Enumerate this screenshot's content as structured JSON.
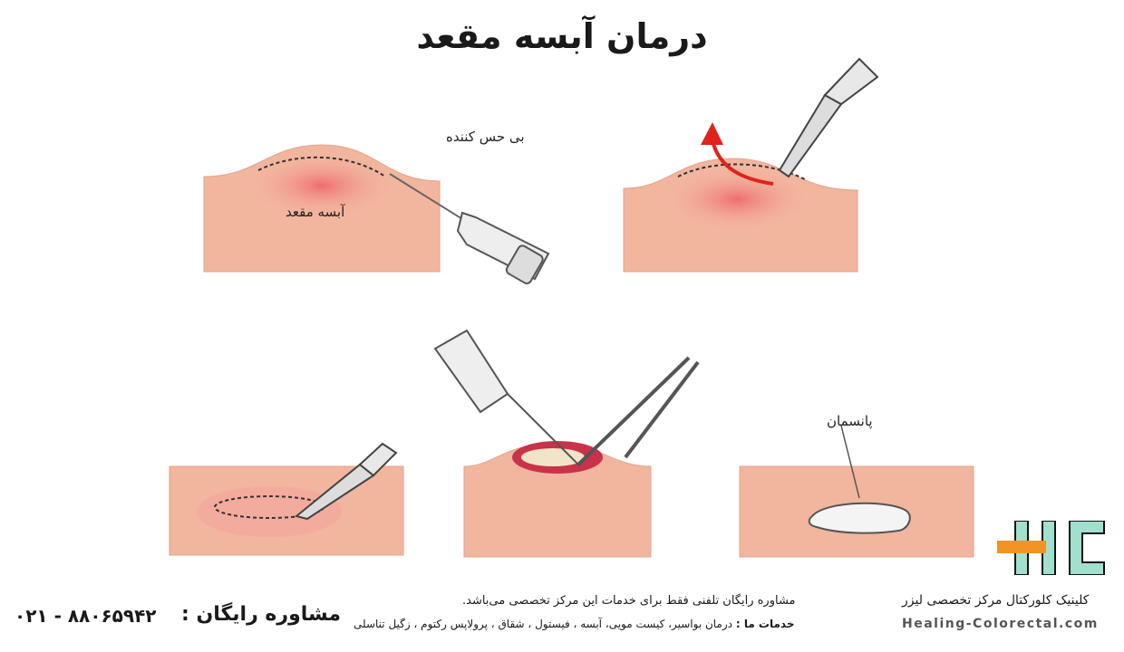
{
  "title": "درمان آبسه مقعد",
  "labels": {
    "anesthetic": "بی حس کننده",
    "abscess": "آبسه مقعد",
    "bandage": "پانسمان"
  },
  "footer": {
    "consult_line": "مشاوره رایگان تلفنی فقط برای خدمات این مرکز تخصصی می‌باشد.",
    "services_label": "خدمات ما :",
    "services_list": "درمان بواسیر، کیست مویی، آبسه ، فیستول ، شقاق ، پرولاپس رکتوم ، زگیل تناسلی",
    "free_consult": "مشاوره رایگان :",
    "phone": "۰۲۱ - ۸۸۰۶۵۹۴۲",
    "clinic_name": "کلینیک کلورکتال مرکز تخصصی لیزر",
    "website": "Healing-Colorectal.com"
  },
  "colors": {
    "skin": "#f2b59e",
    "skin_dark": "#e7a58d",
    "inflamed": "#f06a6a",
    "arrow": "#e0231c",
    "logo_teal": "#9fe0cf",
    "logo_orange": "#f39325"
  }
}
